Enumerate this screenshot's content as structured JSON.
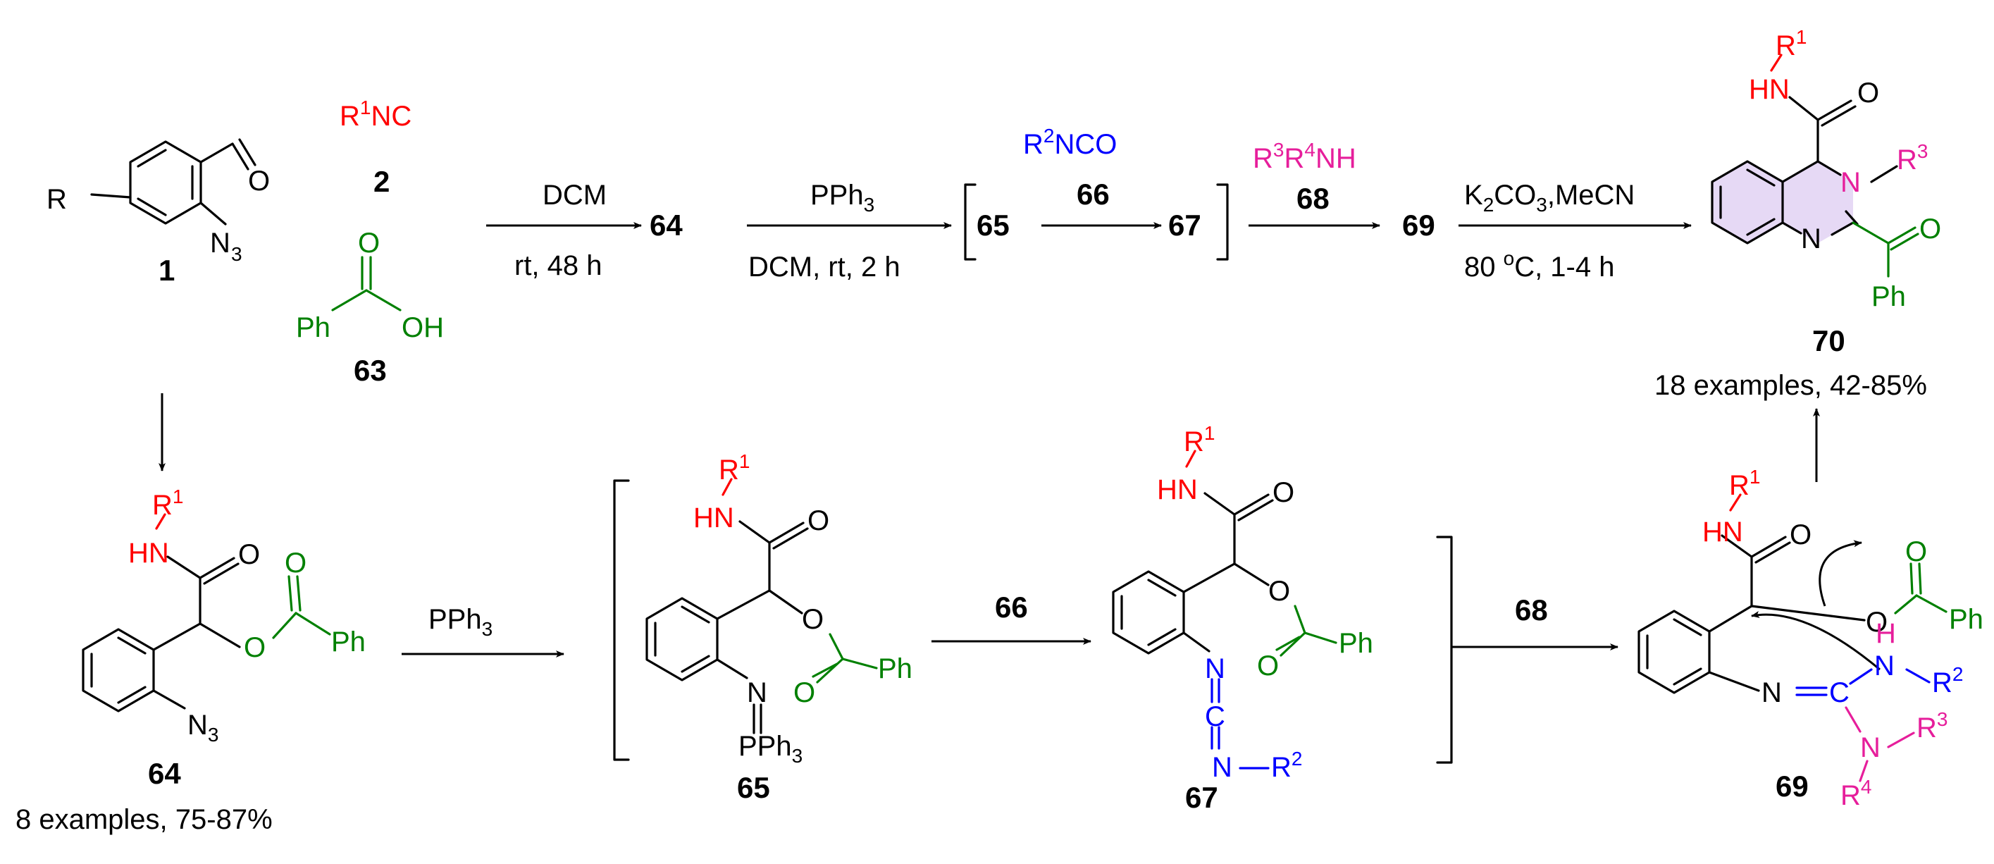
{
  "colors": {
    "black": "#000000",
    "red": "#ff0000",
    "blue": "#0000ff",
    "green": "#008000",
    "magenta": "#e61e9b",
    "highlight": "#e6d9f5"
  },
  "reagents": {
    "r1nc_a": "R",
    "r1nc_sup": "1",
    "r1nc_b": "NC",
    "r2nco_a": "R",
    "r2nco_sup": "2",
    "r2nco_b": "NCO",
    "r3r4nh_a": "R",
    "r3r4nh_s1": "3",
    "r3r4nh_b": "R",
    "r3r4nh_s2": "4",
    "r3r4nh_c": "NH",
    "ph": "Ph",
    "oh": "OH",
    "o": "O",
    "n3_a": "N",
    "n3_sub": "3",
    "r": "R",
    "hn": "HN",
    "h": "H",
    "n": "N",
    "p_ph3_a": "PPh",
    "p_ph3_sub": "3",
    "r_letter": "R",
    "sup1": "1",
    "sup2": "2",
    "sup3": "3",
    "sup4": "4",
    "c": "C"
  },
  "compounds": {
    "c1": "1",
    "c2": "2",
    "c63": "63",
    "c64": "64",
    "c65": "65",
    "c66": "66",
    "c67": "67",
    "c68": "68",
    "c69": "69",
    "c70": "70"
  },
  "conditions": {
    "dcm": "DCM",
    "rt48": "rt, 48 h",
    "pph3_a": "PPh",
    "pph3_sub": "3",
    "dcm_rt2": "DCM, rt, 2 h",
    "k2co3_a": "K",
    "k2co3_sub1": "2",
    "k2co3_b": "CO",
    "k2co3_sub2": "3",
    "k2co3_c": ",MeCN",
    "temp_a": "80 ",
    "temp_sup": "o",
    "temp_b": "C, 1-4 h"
  },
  "yields": {
    "y64": "8 examples, 75-87%",
    "y70": "18 examples, 42-85%"
  }
}
